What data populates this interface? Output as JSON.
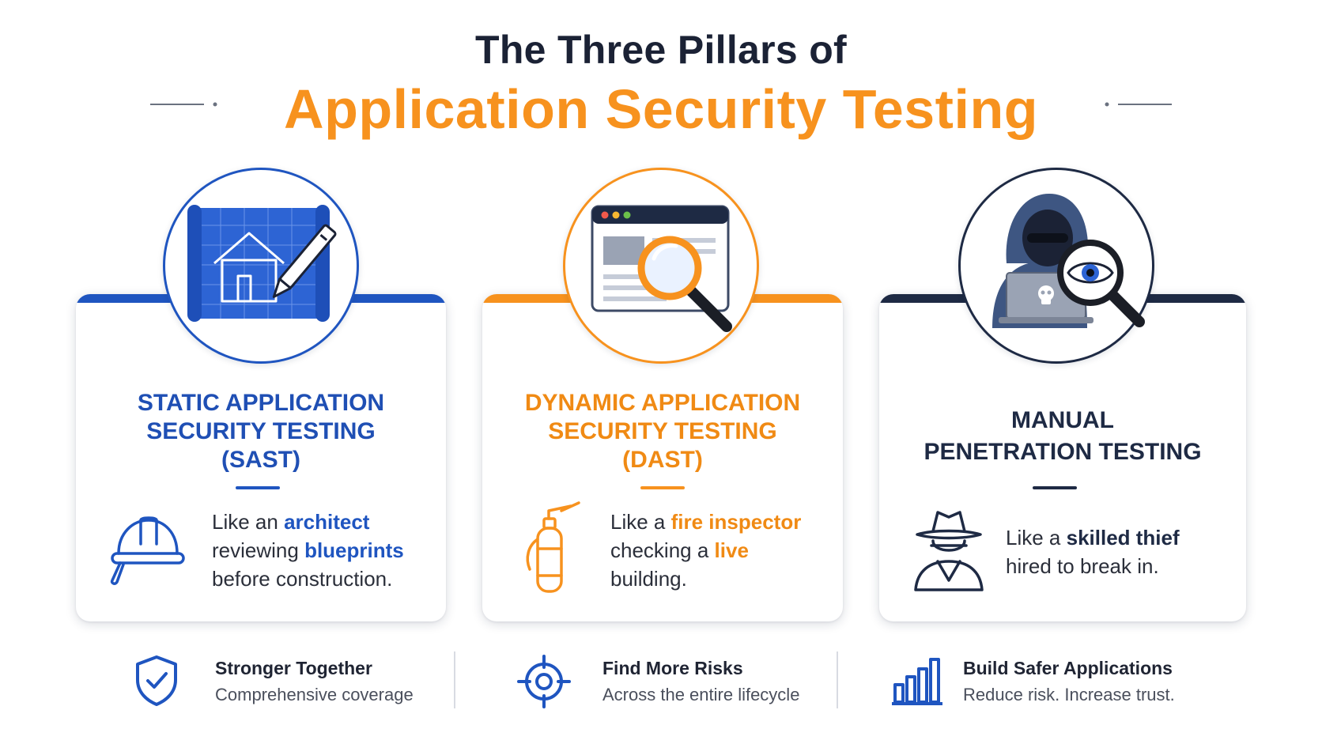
{
  "header": {
    "title_top": "The Three Pillars of",
    "title_main": "Application Security Testing"
  },
  "colors": {
    "blue": "#1f55c0",
    "orange": "#f7921e",
    "navy": "#1e2a44"
  },
  "pillars": [
    {
      "emblem_icon": "blueprint-icon",
      "title": "STATIC APPLICATION\nSECURITY TESTING\n(SAST)",
      "analogy_icon": "hard-hat-icon",
      "analogy": {
        "l1a": "Like an ",
        "l1b": "architect",
        "l2a": "reviewing ",
        "l2b": "blueprints",
        "l3": "before construction."
      }
    },
    {
      "emblem_icon": "browser-magnifier-icon",
      "title": "DYNAMIC APPLICATION\nSECURITY TESTING\n(DAST)",
      "analogy_icon": "fire-extinguisher-icon",
      "analogy": {
        "l1a": "Like a ",
        "l1b": "fire inspector",
        "l2a": "checking a ",
        "l2b": "live",
        "l3": "building."
      }
    },
    {
      "emblem_icon": "hacker-eye-icon",
      "title": "MANUAL\nPENETRATION TESTING",
      "analogy_icon": "spy-icon",
      "analogy": {
        "l1a": "Like a ",
        "l1b": "skilled thief",
        "l2": "hired to break in."
      }
    }
  ],
  "footer": [
    {
      "icon": "shield-check-icon",
      "title": "Stronger Together",
      "subtitle": "Comprehensive coverage"
    },
    {
      "icon": "target-icon",
      "title": "Find More Risks",
      "subtitle": "Across the entire lifecycle"
    },
    {
      "icon": "bar-chart-icon",
      "title": "Build Safer Applications",
      "subtitle": "Reduce risk. Increase trust."
    }
  ]
}
